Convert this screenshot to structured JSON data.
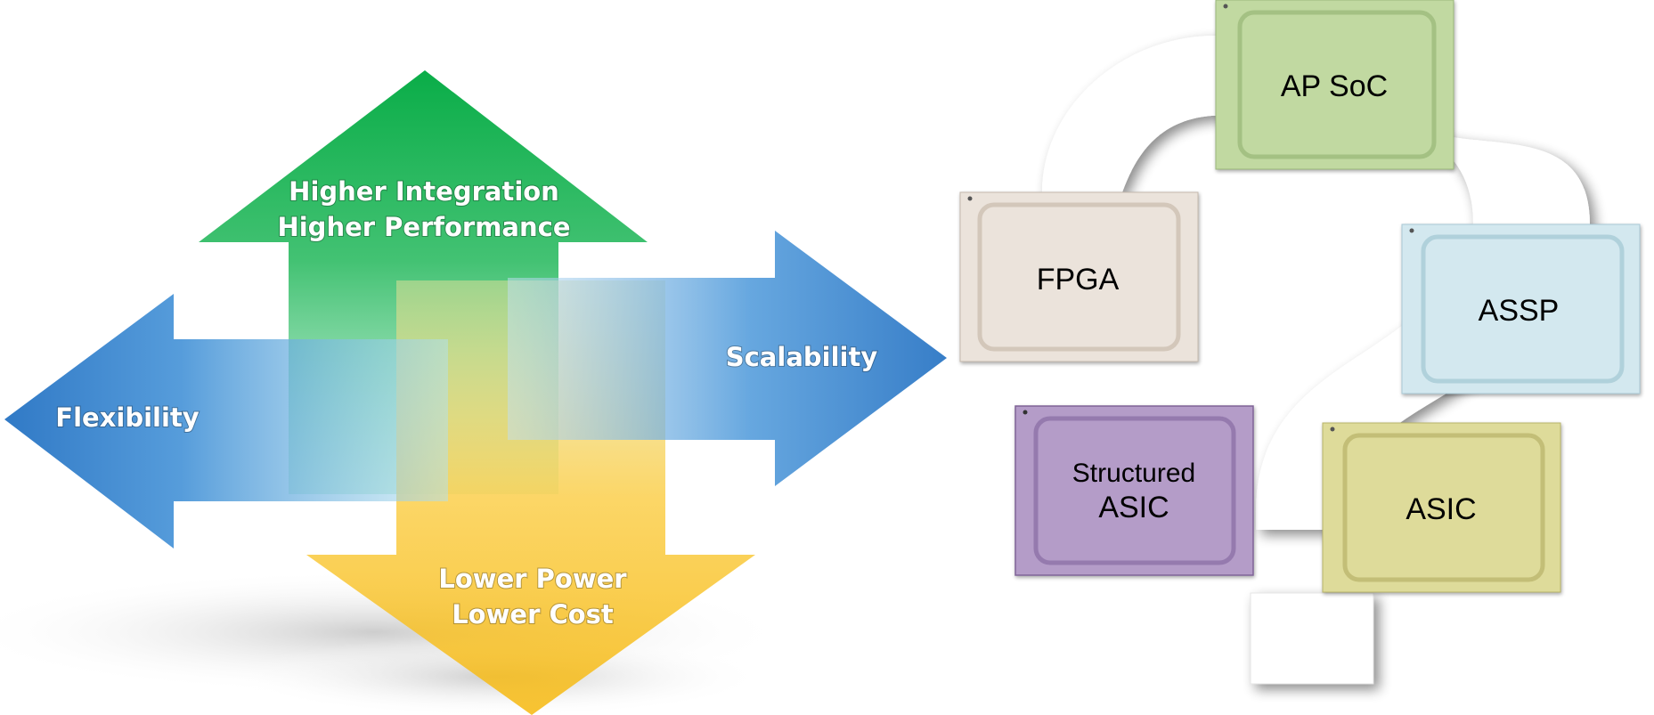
{
  "arrows": {
    "up_line1": "Higher Integration",
    "up_line2": "Higher Performance",
    "left": "Flexibility",
    "right": "Scalability",
    "down_line1": "Lower Power",
    "down_line2": "Lower Cost"
  },
  "chips": {
    "ap_soc": "AP SoC",
    "fpga": "FPGA",
    "assp": "ASSP",
    "structured_asic_line1": "Structured",
    "structured_asic_line2": "ASIC",
    "asic": "ASIC"
  },
  "colors": {
    "up_arrow": "#12b24e",
    "left_arrow": "#1d74c5",
    "right_arrow": "#1d74c5",
    "down_arrow": "#f6be14",
    "ap_soc_chip": "#c1d9a1",
    "fpga_chip": "#ebe3db",
    "assp_chip": "#d3e8ef",
    "structured_asic_chip": "#b49cc8",
    "asic_chip": "#dedb9a"
  }
}
